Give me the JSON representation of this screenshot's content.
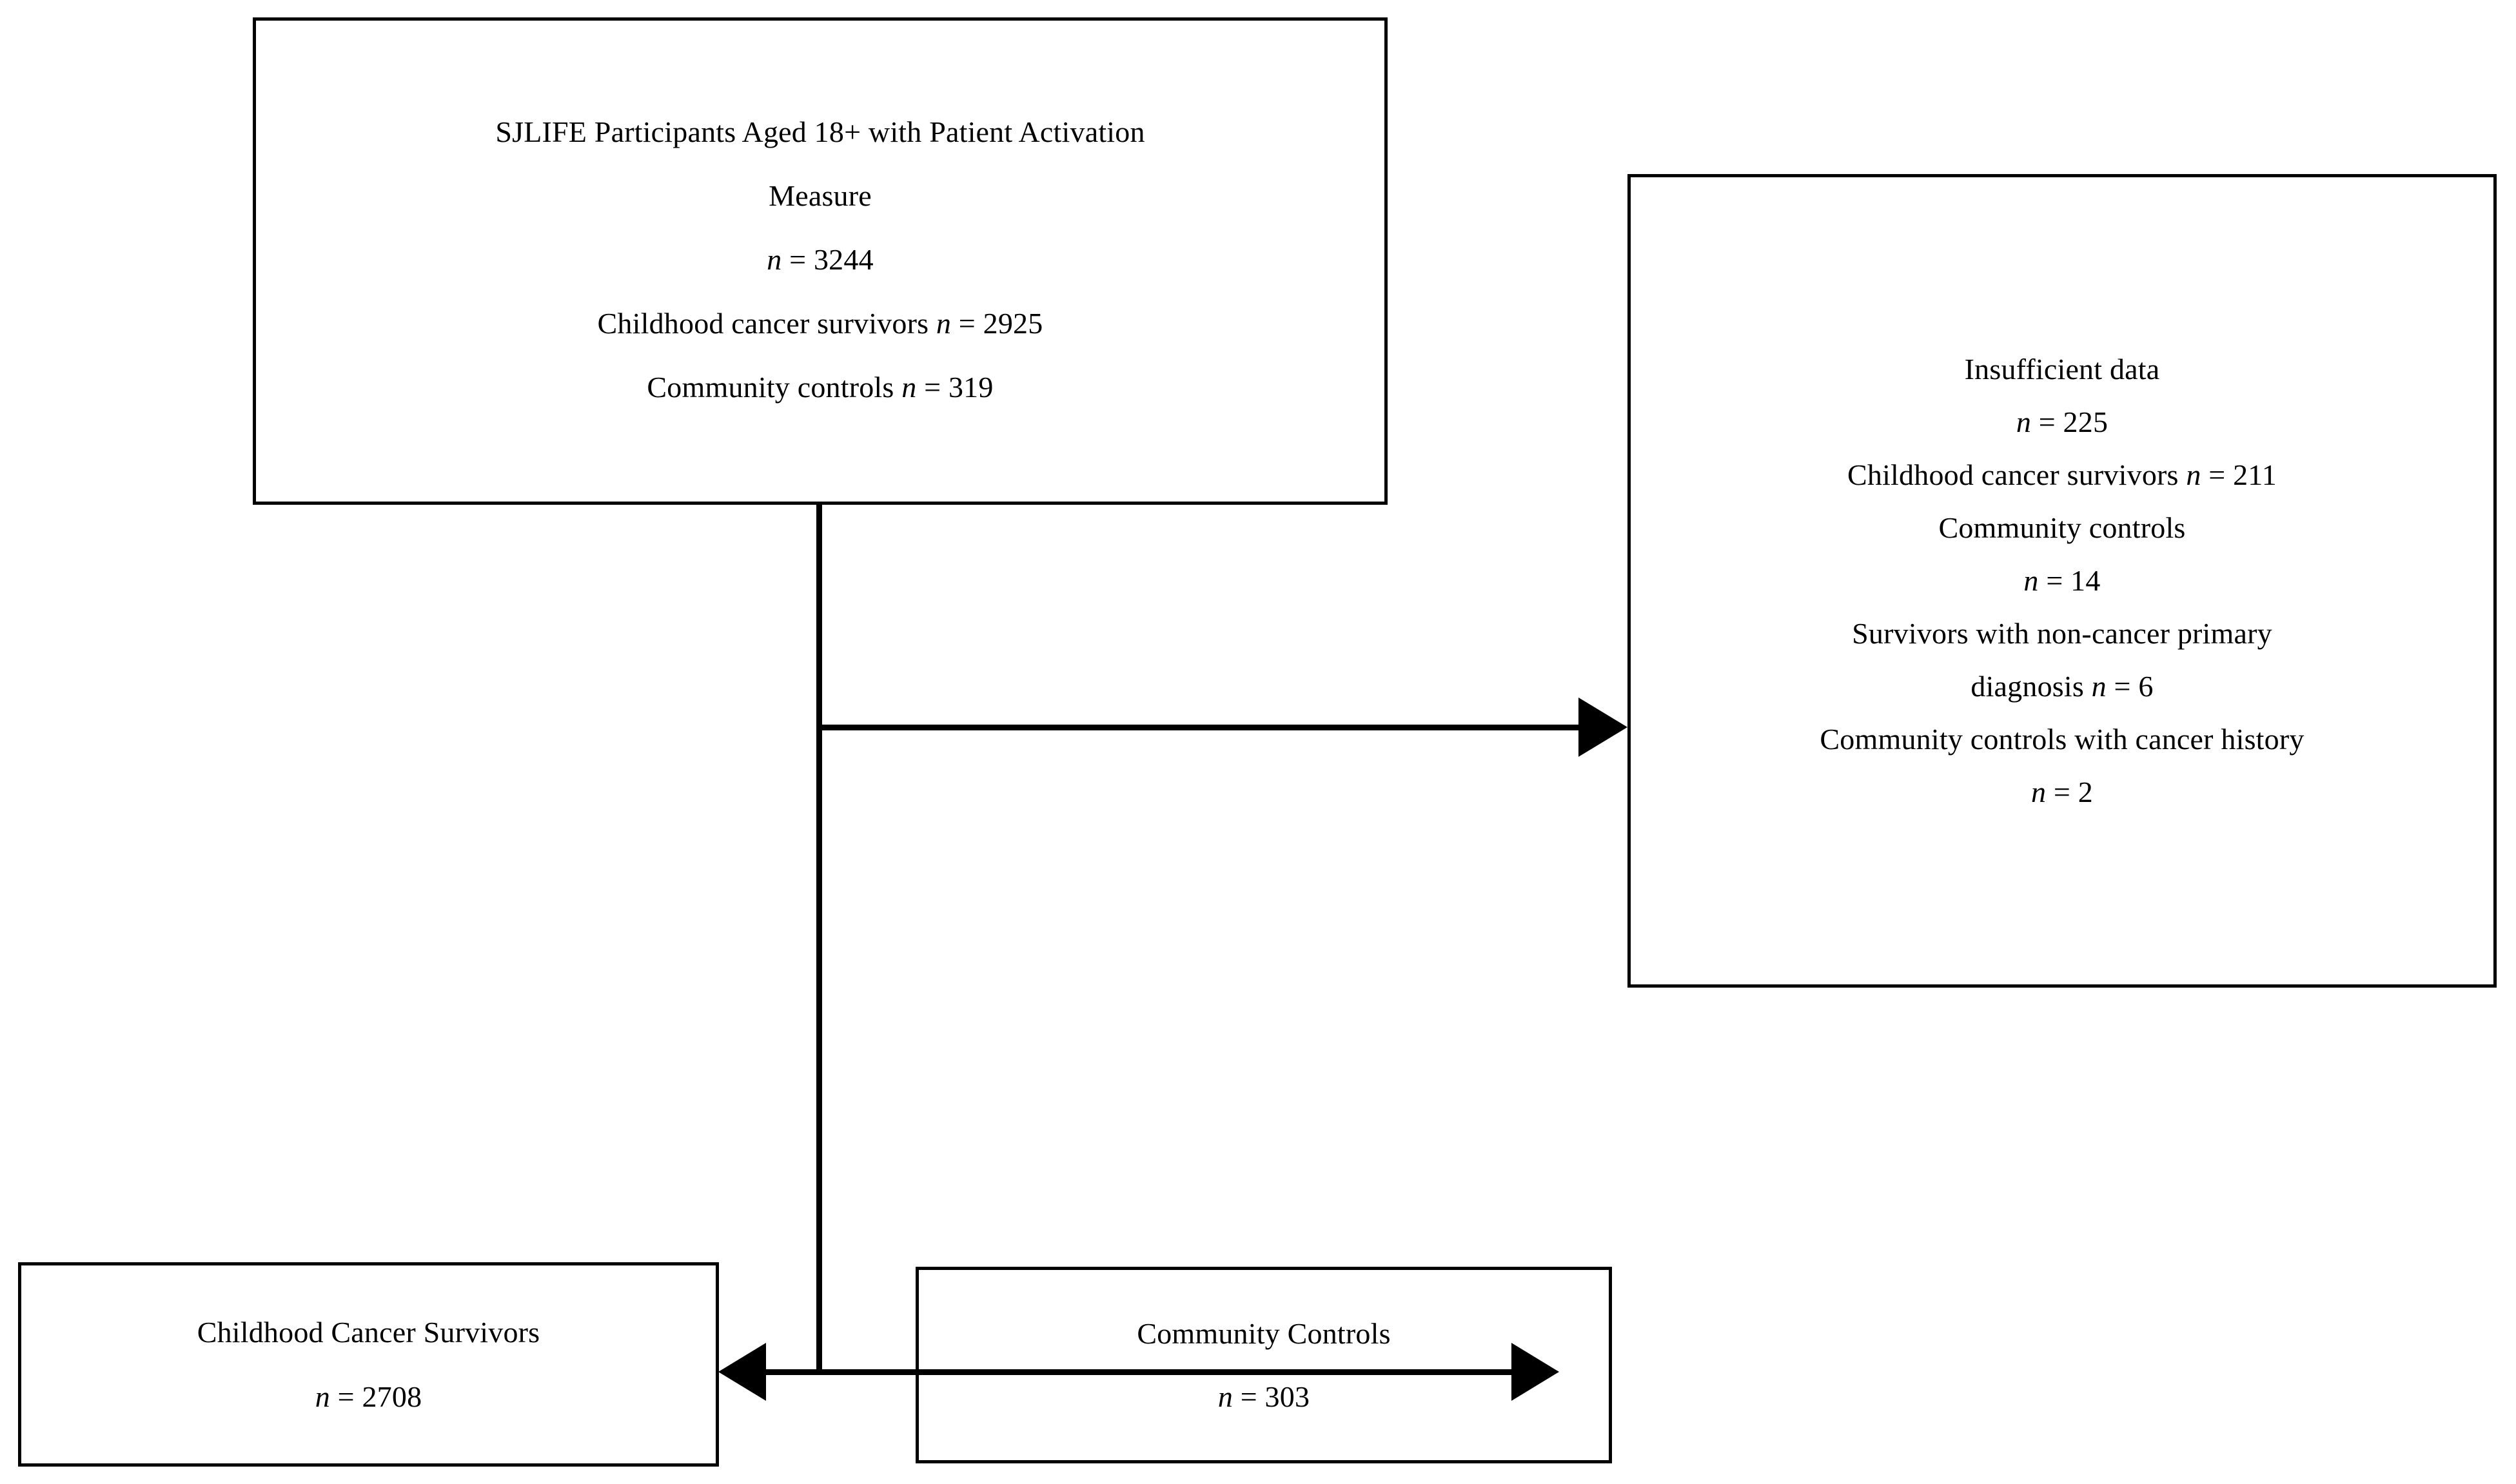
{
  "diagram": {
    "type": "participant-flow-chart",
    "boxes": {
      "top": {
        "name": "enrollment-box",
        "lines": [
          "SJLIFE Participants Aged 18+ with Patient Activation",
          "Measure",
          "n = 3244",
          "Childhood cancer survivors n = 2925",
          "Community controls n = 319"
        ]
      },
      "excluded": {
        "name": "excluded-box",
        "lines": [
          "Insufficient data",
          "n = 225",
          "Childhood cancer survivors n = 211",
          "Community controls",
          "n = 14",
          "Survivors with non-cancer primary",
          "diagnosis n = 6",
          "Community controls with cancer history",
          "n = 2"
        ]
      },
      "survivors": {
        "name": "survivors-box",
        "lines": [
          "Childhood Cancer Survivors",
          "n = 2708"
        ]
      },
      "controls": {
        "name": "controls-box",
        "lines": [
          "Community Controls",
          "n = 303"
        ]
      }
    },
    "connectors": {
      "vertical_stem": "vertical-connector",
      "to_excluded": "arrow-to-excluded-box",
      "between_groups": "double-headed-arrow"
    },
    "colors": {
      "line": "#000000",
      "text": "#000000",
      "background": "#ffffff"
    }
  }
}
